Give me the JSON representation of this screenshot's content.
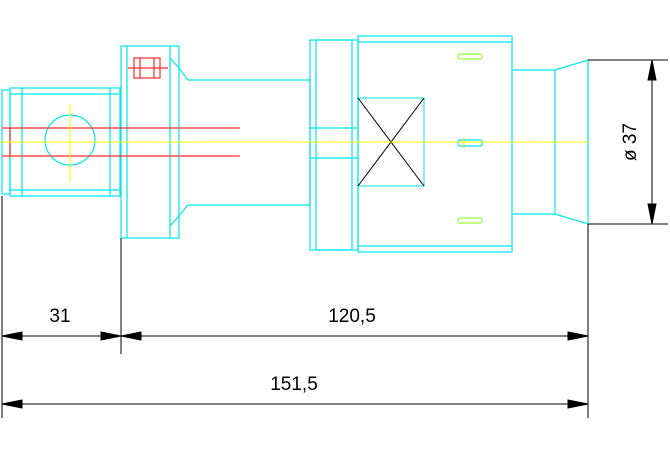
{
  "dimensions": {
    "d31": "31",
    "d120_5": "120,5",
    "d151_5": "151,5",
    "diameter": "ø 37"
  },
  "colors": {
    "outline": "#00e5ee",
    "hidden": "#ff2a2a",
    "center": "#ffff00",
    "marks": "#99ff33",
    "dimension": "#000000",
    "background": "#ffffff"
  }
}
